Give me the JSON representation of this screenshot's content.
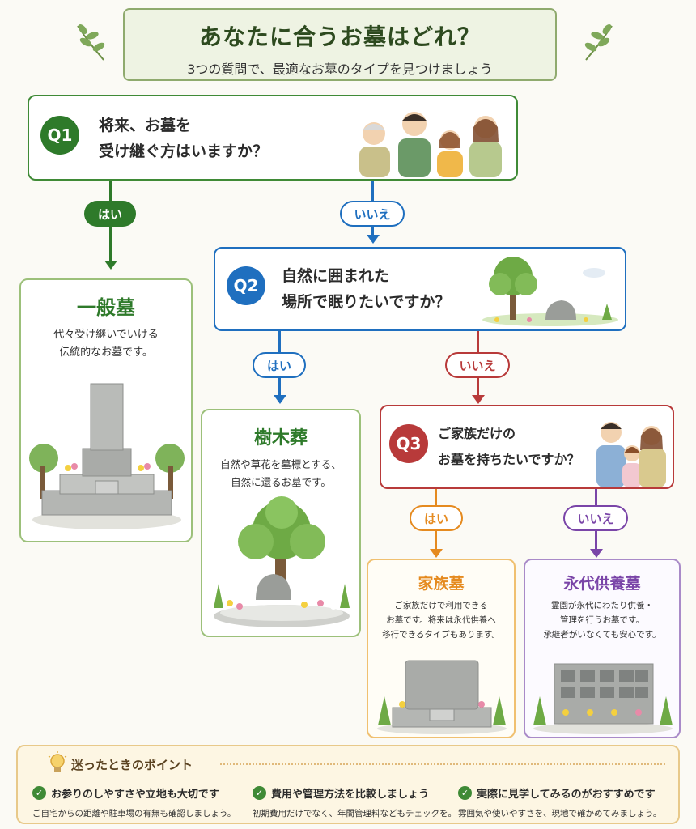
{
  "header": {
    "title": "あなたに合うお墓はどれ？",
    "subtitle": "3つの質問で、最適なお墓のタイプを見つけましょう"
  },
  "q1": {
    "badge": "Q1",
    "line1": "将来、お墓を",
    "line2": "受け継ぐ方はいますか？",
    "yes": "はい",
    "no": "いいえ"
  },
  "q2": {
    "badge": "Q2",
    "line1": "自然に囲まれた",
    "line2": "場所で眠りたいですか？",
    "yes": "はい",
    "no": "いいえ"
  },
  "q3": {
    "badge": "Q3",
    "line1": "ご家族だけの",
    "line2": "お墓を持ちたいですか？",
    "yes": "はい",
    "no": "いいえ"
  },
  "results": {
    "ippanbo": {
      "title": "一般墓",
      "desc1": "代々受け継いでいける",
      "desc2": "伝統的なお墓です。"
    },
    "jumokuso": {
      "title": "樹木葬",
      "desc1": "自然や草花を墓標とする、",
      "desc2": "自然に還るお墓です。"
    },
    "kazokubo": {
      "title": "家族墓",
      "desc1": "ご家族だけで利用できる",
      "desc2": "お墓です。将来は永代供養へ",
      "desc3": "移行できるタイプもあります。"
    },
    "eitai": {
      "title": "永代供養墓",
      "desc1": "霊園が永代にわたり供養・",
      "desc2": "管理を行うお墓です。",
      "desc3": "承継者がいなくても安心です。"
    }
  },
  "tips": {
    "heading": "迷ったときのポイント",
    "items": [
      {
        "title": "お参りのしやすさや立地も大切です",
        "desc": "ご自宅からの距離や駐車場の有無も確認しましょう。"
      },
      {
        "title": "費用や管理方法を比較しましょう",
        "desc": "初期費用だけでなく、年間管理料などもチェックを。"
      },
      {
        "title": "実際に見学してみるのがおすすめです",
        "desc": "雰囲気や使いやすさを、現地で確かめてみましょう。"
      }
    ]
  },
  "colors": {
    "green": "#2e7a2a",
    "blue": "#1f6fbf",
    "red": "#b83a3a",
    "orange": "#e58a1f",
    "purple": "#7a45a8",
    "tipsBorder": "#e8c98a"
  }
}
